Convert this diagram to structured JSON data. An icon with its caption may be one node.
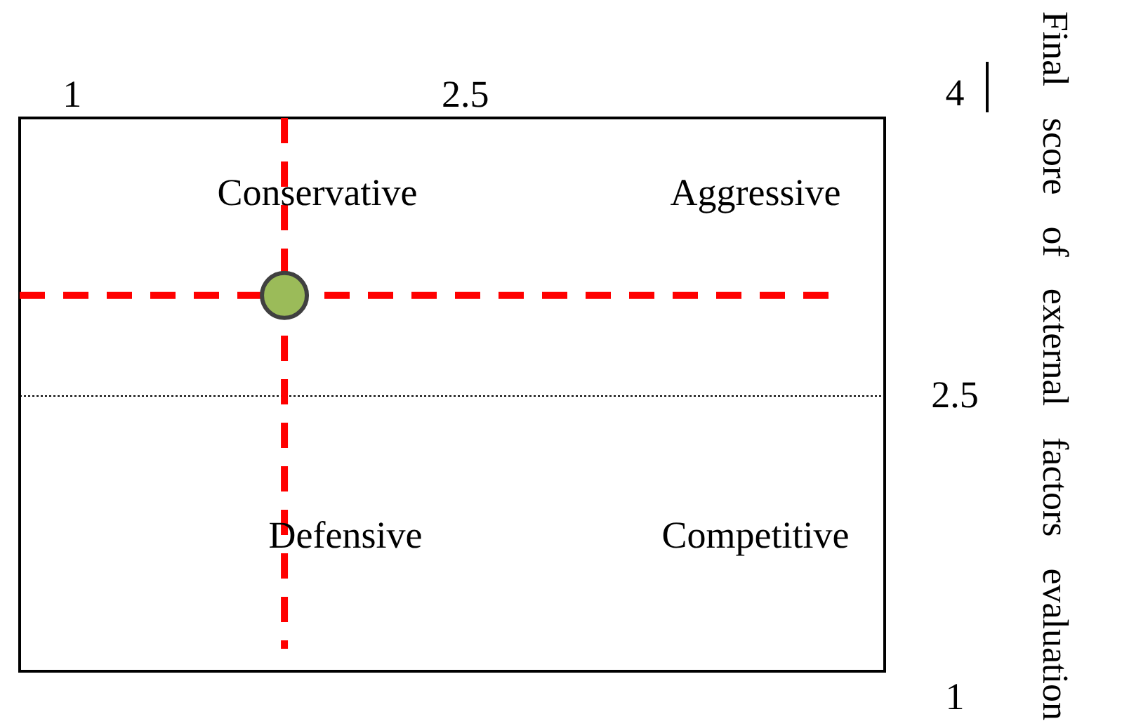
{
  "diagram": {
    "labels": [
      "Conservative",
      "Aggressive",
      "Defensive",
      "Competitive"
    ],
    "chart_data": {
      "type": "scatter",
      "ylabel": "Final score of external factors evaluation",
      "xlim": [
        0.8,
        4.1
      ],
      "ylim": [
        1,
        4
      ],
      "xticks": [
        1,
        2.5
      ],
      "yticks": [
        4,
        2.5,
        1
      ],
      "series": [
        {
          "color": "#9bbb59",
          "x": [
            1.81
          ],
          "values": [
            3.0
          ]
        }
      ],
      "ref_lines": [
        {
          "axis": "x",
          "value": 1.81,
          "color": "#ff0000"
        },
        {
          "axis": "y",
          "value": 3.0,
          "color": "#ff0000"
        }
      ]
    }
  }
}
